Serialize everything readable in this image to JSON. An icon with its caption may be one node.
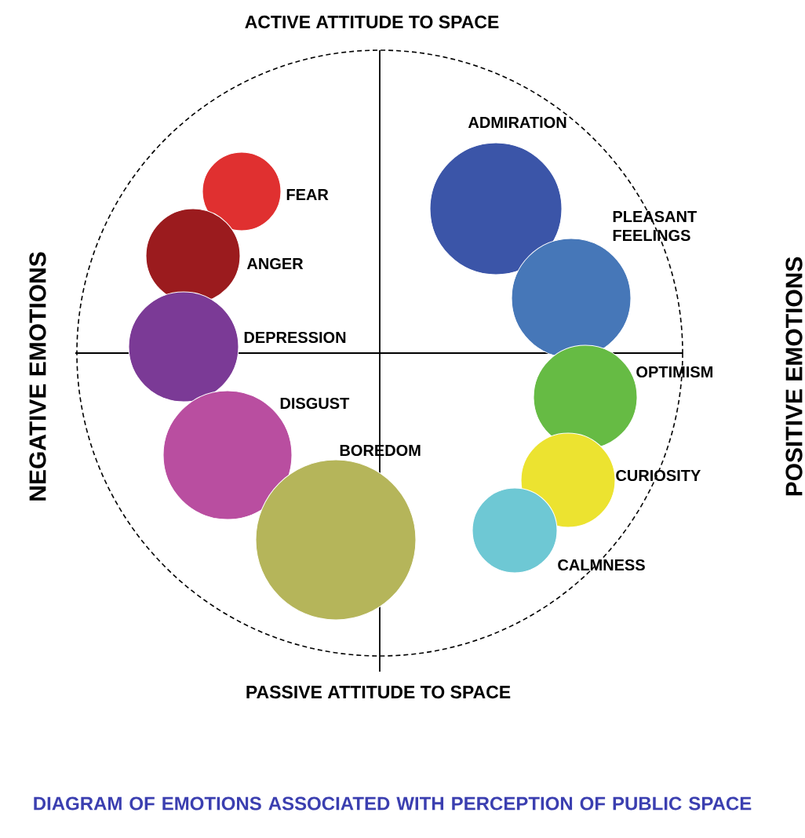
{
  "diagram": {
    "caption": "DIAGRAM OF EMOTIONS ASSOCIATED WITH PERCEPTION OF PUBLIC SPACE",
    "nodes": [
      {
        "text": [],
        "shape": "circle",
        "beside": [
          "FEAR"
        ]
      },
      {
        "text": [],
        "shape": "circle",
        "beside": [
          "ANGER"
        ]
      },
      {
        "text": [],
        "shape": "circle",
        "beside": [
          "DEPRESSION"
        ]
      },
      {
        "text": [],
        "shape": "circle",
        "beside": [
          "DISGUST"
        ]
      },
      {
        "text": [],
        "shape": "circle",
        "beside": [
          "BOREDOM"
        ]
      },
      {
        "text": [],
        "shape": "circle",
        "beside": [
          "ADMIRATION"
        ]
      },
      {
        "text": [],
        "shape": "circle",
        "beside": [
          "PLEASANT FEELINGS"
        ]
      },
      {
        "text": [],
        "shape": "circle",
        "beside": [
          "OPTIMISM"
        ]
      },
      {
        "text": [],
        "shape": "circle",
        "beside": [
          "CURIOSITY"
        ]
      },
      {
        "text": [],
        "shape": "circle",
        "beside": [
          "CALMNESS"
        ]
      }
    ],
    "labels": [
      "ACTIVE ATTITUDE TO SPACE",
      "NEGATIVE EMOTIONS",
      "POSITIVE EMOTIONS",
      "PASSIVE ATTITUDE TO SPACE"
    ]
  }
}
